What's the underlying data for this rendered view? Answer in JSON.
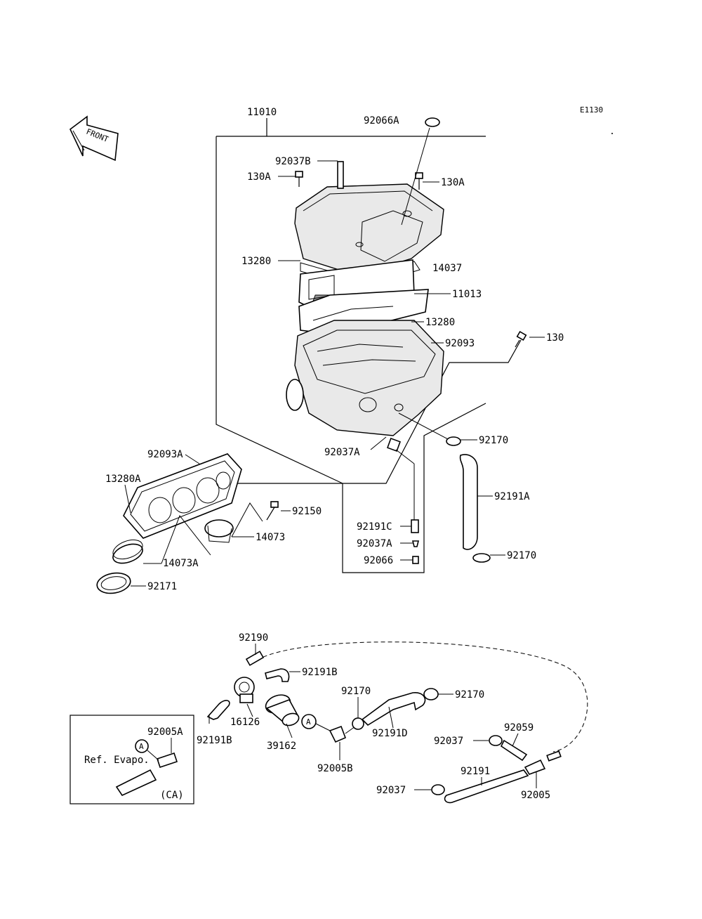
{
  "header": {
    "code": "E1130"
  },
  "front_arrow": {
    "label": "FRONT",
    "icon": "front-arrow-icon"
  },
  "labels": {
    "p11010": "11010",
    "p92066A": "92066A",
    "p92037B": "92037B",
    "p130A_left": "130A",
    "p130A_right": "130A",
    "p13280_top": "13280",
    "p14037": "14037",
    "p11013": "11013",
    "p13280_mid": "13280",
    "p92093": "92093",
    "p130": "130",
    "p92037A_top": "92037A",
    "p92170_top": "92170",
    "p92093A": "92093A",
    "p13280A": "13280A",
    "p92150": "92150",
    "p14073": "14073",
    "p14073A": "14073A",
    "p92171": "92171",
    "p92191A": "92191A",
    "p92191C": "92191C",
    "p92037A_bot": "92037A",
    "p92066": "92066",
    "p92170_mid": "92170",
    "p92190": "92190",
    "p92191B_top": "92191B",
    "p92170_a": "92170",
    "p92170_b": "92170",
    "p16126": "16126",
    "p92191B_left": "92191B",
    "p39162": "39162",
    "p92191D": "92191D",
    "p92005B": "92005B",
    "p92059": "92059",
    "p92037_top": "92037",
    "p92191": "92191",
    "p92037_bot": "92037",
    "p92005": "92005",
    "p92005A": "92005A",
    "ref_text": "Ref. Evapo.",
    "ca_text": "(CA)",
    "circle_a1": "A",
    "circle_a2": "A"
  }
}
